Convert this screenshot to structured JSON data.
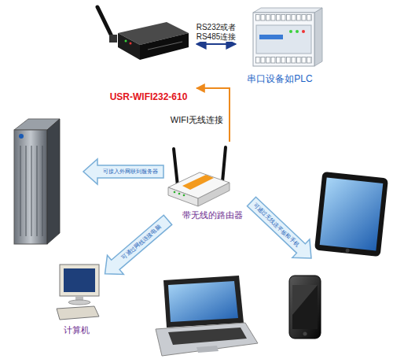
{
  "diagram": {
    "nodes": [
      {
        "text": [
          "USR-WIFI232-610"
        ]
      },
      {
        "text": [
          "串口设备如PLC"
        ]
      },
      {
        "text": [
          "带无线的路由器"
        ]
      },
      {
        "text": [
          "计算机"
        ]
      }
    ],
    "edges": [
      {
        "from": 0,
        "to": 1,
        "arrow": "both",
        "label": "RS232或者 RS485连接"
      },
      {
        "from": 2,
        "to": 0,
        "arrow": "to",
        "label": "WIFI无线连接"
      },
      {
        "from": 2,
        "to": 3,
        "arrow": "to",
        "label": "可通过网线连接电脑"
      }
    ],
    "labels": [
      "可接入外网联到服务器",
      "可通过无线连平板和手机"
    ]
  }
}
